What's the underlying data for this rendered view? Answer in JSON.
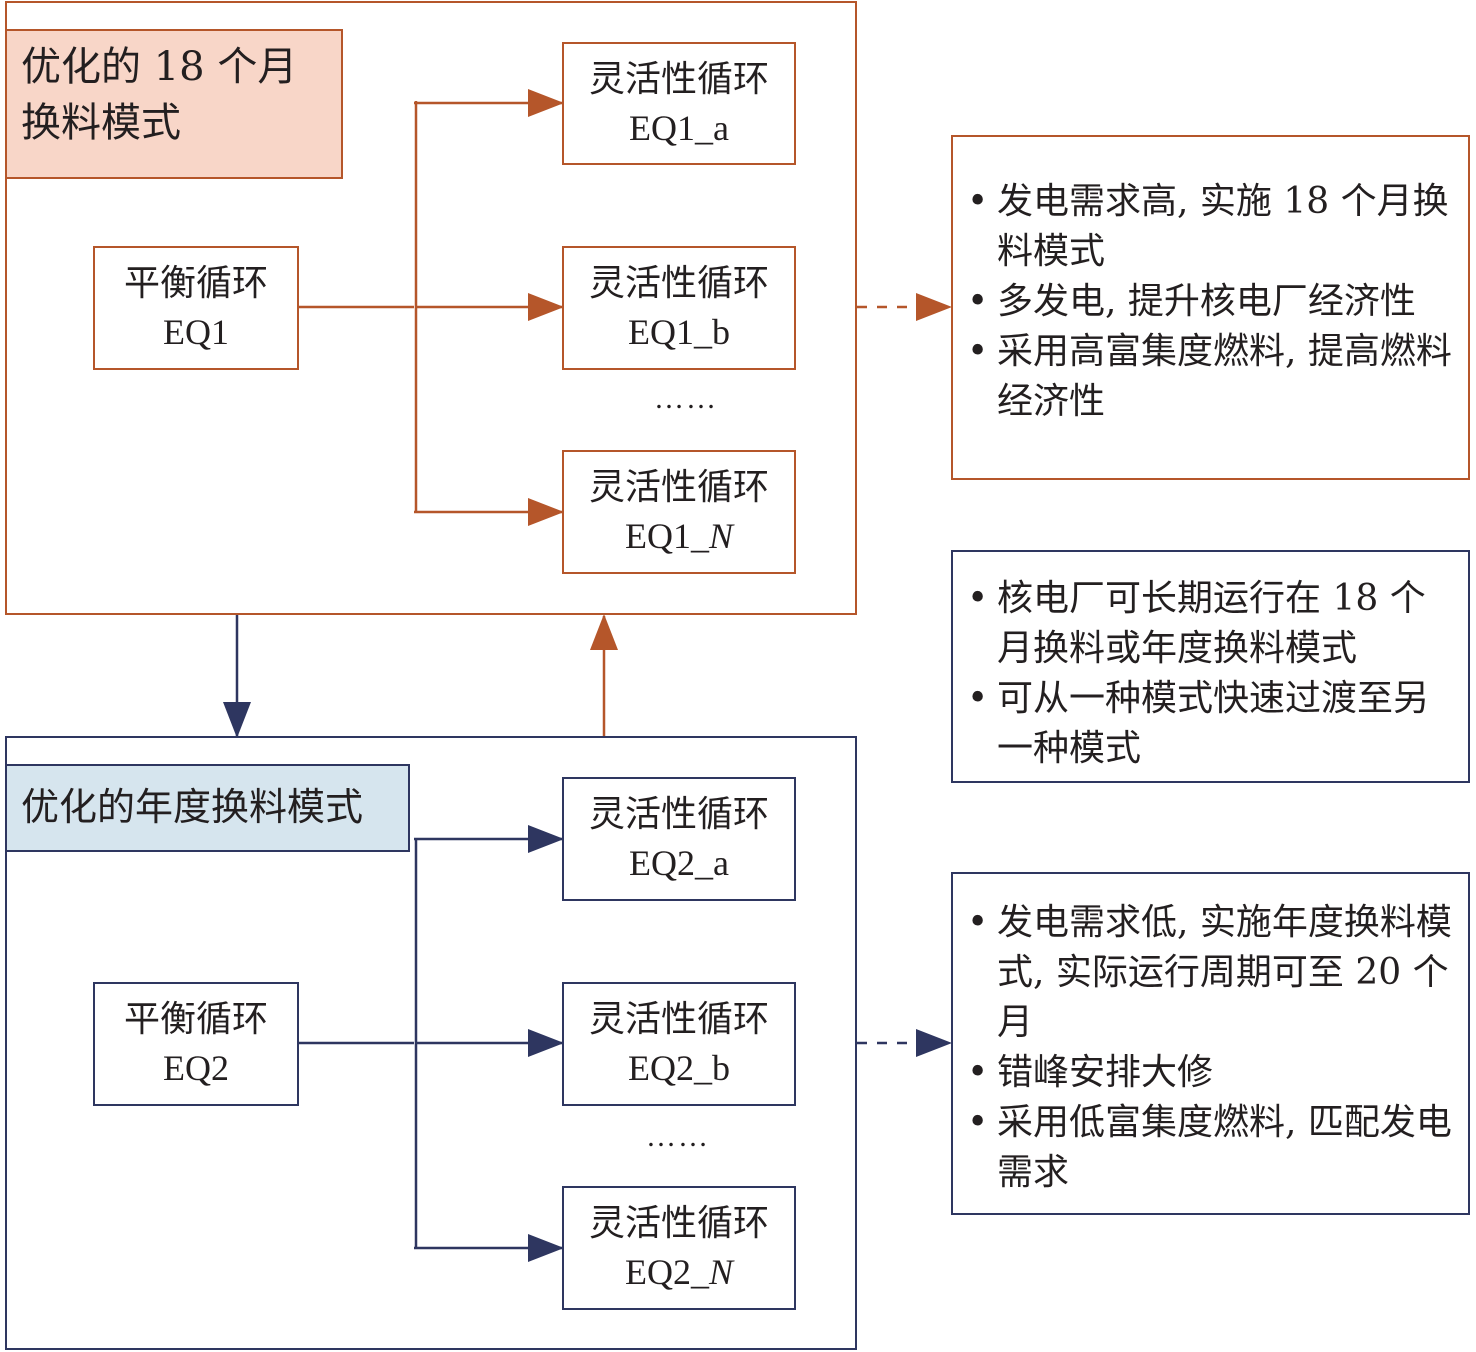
{
  "group_18": {
    "title_line1": "优化的 18 个月",
    "title_line2": "换料模式",
    "balanced": {
      "line1": "平衡循环",
      "line2": "EQ1"
    },
    "flex_a": {
      "line1": "灵活性循环",
      "line2": "EQ1_a"
    },
    "flex_b": {
      "line1": "灵活性循环",
      "line2": "EQ1_b"
    },
    "ellipsis": "……",
    "flex_n": {
      "line1": "灵活性循环",
      "line2_prefix": "EQ1_",
      "line2_italic": "N"
    }
  },
  "group_annual": {
    "title": "优化的年度换料模式",
    "balanced": {
      "line1": "平衡循环",
      "line2": "EQ2"
    },
    "flex_a": {
      "line1": "灵活性循环",
      "line2": "EQ2_a"
    },
    "flex_b": {
      "line1": "灵活性循环",
      "line2": "EQ2_b"
    },
    "ellipsis": "……",
    "flex_n": {
      "line1": "灵活性循环",
      "line2_prefix": "EQ2_",
      "line2_italic": "N"
    }
  },
  "notes": {
    "bullet": "•",
    "top": [
      "发电需求高, 实施 18 个月换料模式",
      "多发电, 提升核电厂经济性",
      "采用高富集度燃料, 提高燃料经济性"
    ],
    "middle": [
      "核电厂可长期运行在 18 个月换料或年度换料模式",
      "可从一种模式快速过渡至另一种模式"
    ],
    "bottom": [
      "发电需求低, 实施年度换料模式, 实际运行周期可至 20 个月",
      "错峰安排大修",
      "采用低富集度燃料, 匹配发电需求"
    ]
  },
  "colors": {
    "orange": "#b5562a",
    "orange_fill": "#f8d6c8",
    "navy": "#2e3660",
    "navy_fill": "#d6e5ee"
  }
}
